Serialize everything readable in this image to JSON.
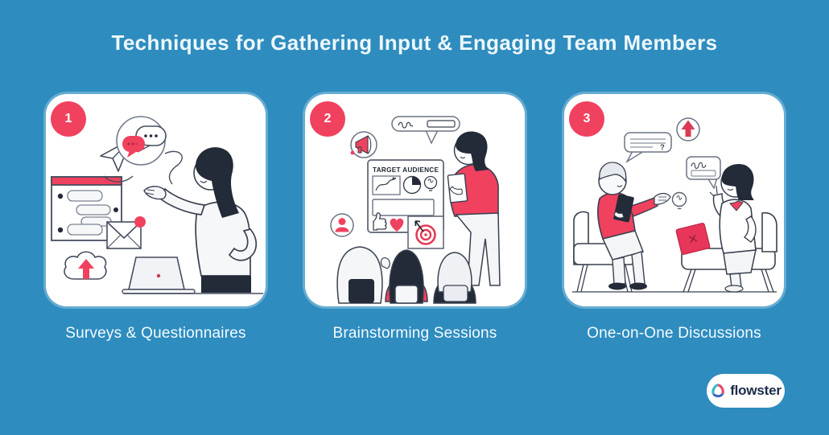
{
  "title": "Techniques for Gathering Input & Engaging Team Members",
  "colors": {
    "background": "#2E8CBF",
    "card": "#FFFFFF",
    "accent": "#F0415F",
    "dark_navy": "#232A38",
    "title_text": "#EDF7FB"
  },
  "cards": [
    {
      "number": "1",
      "caption": "Surveys & Questionnaires"
    },
    {
      "number": "2",
      "caption": "Brainstorming Sessions",
      "board_title": "TARGET AUDIENCE"
    },
    {
      "number": "3",
      "caption": "One-on-One Discussions",
      "question_mark": "?"
    }
  ],
  "logo": {
    "text": "flowster"
  }
}
